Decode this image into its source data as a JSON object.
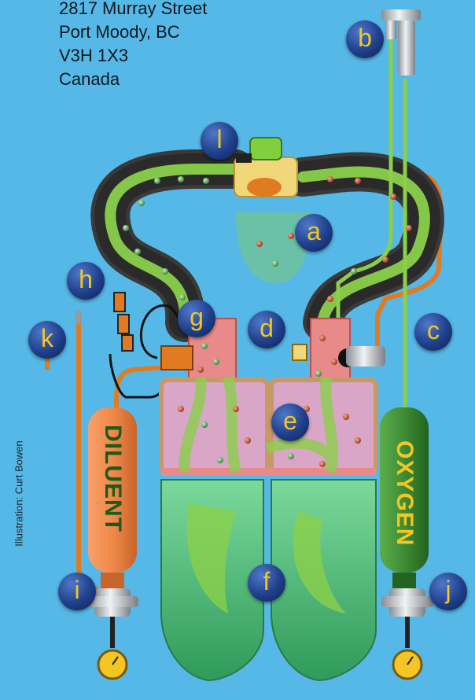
{
  "address": {
    "line1": "2817 Murray Street",
    "line2": "Port Moody, BC",
    "line3": "V3H 1X3",
    "line4": "Canada"
  },
  "credit": "Illustration:  Curt Bowen",
  "tanks": {
    "diluent_label": "DILUENT",
    "oxygen_label": "OXYGEN"
  },
  "badges": {
    "a": "a",
    "b": "b",
    "c": "c",
    "d": "d",
    "e": "e",
    "f": "f",
    "g": "g",
    "h": "h",
    "i": "i",
    "j": "j",
    "k": "k",
    "l": "l"
  },
  "colors": {
    "background": "#56b8e6",
    "hose": "#2e2e2e",
    "gas_flow": "#8ad04a",
    "pipe": "#e07b22",
    "scrubber": "#d9a6c8",
    "canister": "#e9d8c6",
    "counterlung": "#5ec483",
    "diluent_tank": "#f08a4b",
    "oxygen_tank": "#3d8c35",
    "badge": "#1f3f8a",
    "badge_text": "#f3c623"
  }
}
